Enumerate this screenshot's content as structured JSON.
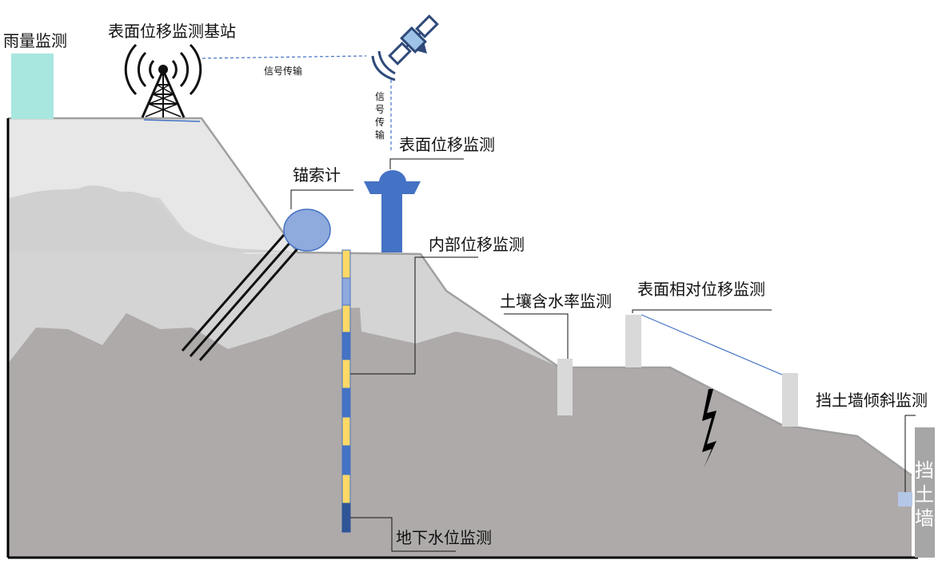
{
  "labels": {
    "rain": "雨量监测",
    "base_station": "表面位移监测基站",
    "signal_h": "信号传输",
    "signal_v": [
      "信",
      "号",
      "传",
      "输"
    ],
    "surface_disp": "表面位移监测",
    "anchor": "锚索计",
    "internal_disp": "内部位移监测",
    "soil_moisture": "土壤含水率监测",
    "relative_disp": "表面相对位移监测",
    "wall_tilt": "挡土墙倾斜监测",
    "groundwater": "地下水位监测",
    "wall": [
      "挡",
      "土",
      "墙"
    ]
  },
  "colors": {
    "rain_gauge": "#a8e6e0",
    "instrument_blue": "#4472c4",
    "anchor_fill": "#8faadc",
    "slope_light": "#e7e7e7",
    "slope_mid": "#d4d4d4",
    "bedrock": "#aeaaaa",
    "post_gray": "#d9d9d9",
    "wall_gray": "#a6a6a6",
    "segment_yellow": "#ffd966",
    "segment_blue": "#4472c4"
  },
  "icons": {
    "tower": "radio-tower-icon",
    "satellite": "satellite-icon",
    "crack": "lightning-crack-icon"
  }
}
